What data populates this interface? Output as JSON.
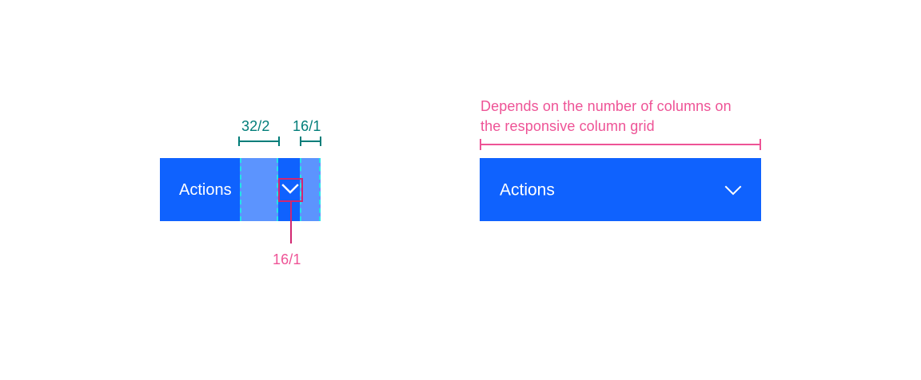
{
  "page": {
    "background": "#ffffff",
    "accent_blue": "#0f62fe",
    "teal": "#007d79",
    "magenta": "#ee5396",
    "magenta_dark": "#d12771",
    "dash_cyan": "#24e3e8",
    "overlay_white": "rgba(255,255,255,0.32)"
  },
  "spec": {
    "button_label": "Actions",
    "chevron_icon": "chevron-down-icon",
    "measurements": [
      {
        "name": "label-to-chevron-spacing",
        "label": "32/2"
      },
      {
        "name": "chevron-right-padding",
        "label": "16/1"
      },
      {
        "name": "chevron-left-spacing",
        "label": "16/1"
      }
    ]
  },
  "example": {
    "button_label": "Actions",
    "chevron_icon": "chevron-down-icon",
    "width_note_line1": "Depends on the number of columns on",
    "width_note_line2": "the responsive column grid"
  }
}
